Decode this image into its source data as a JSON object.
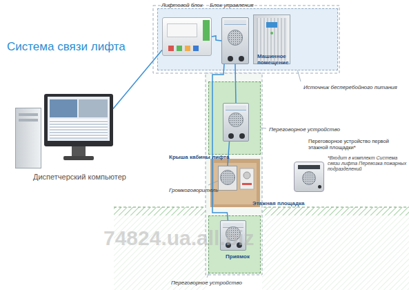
{
  "diagram": {
    "title": "Система связи лифта",
    "nodes": [
      {
        "text": [
          "Машинное помещение"
        ]
      },
      {
        "text": [
          "Лифтовой блок"
        ],
        "in": 0
      },
      {
        "text": [
          "Блок управления"
        ],
        "in": 0
      },
      {
        "text": [
          "Источник бесперебойного питания"
        ],
        "in": 0
      },
      {
        "text": [
          "Крыша кабины лифта"
        ]
      },
      {
        "text": [
          "Переговорное устройство"
        ],
        "in": 4
      },
      {
        "text": [
          "Громкоговоритель"
        ]
      },
      {
        "text": [
          "Приямок"
        ]
      },
      {
        "text": [
          "Переговорное устройство"
        ],
        "in": 7
      },
      {
        "text": [
          "Переговорное устройство первой этажной площадки*",
          "*Входит в комплект Система связи лифта Перевозка пожарных подразделений"
        ]
      },
      {
        "text": [
          "Диспетчерский компьютер"
        ]
      }
    ],
    "edges": [
      {
        "from": 10,
        "to": 1,
        "arrow": "none"
      },
      {
        "from": 1,
        "to": 2,
        "arrow": "none"
      },
      {
        "from": 2,
        "to": 5,
        "arrow": "none"
      },
      {
        "from": 5,
        "to": 6,
        "arrow": "none"
      },
      {
        "from": 2,
        "to": 8,
        "arrow": "none"
      }
    ],
    "labels": [
      "Этажная площадка",
      "74824.ua.all.biz"
    ]
  }
}
